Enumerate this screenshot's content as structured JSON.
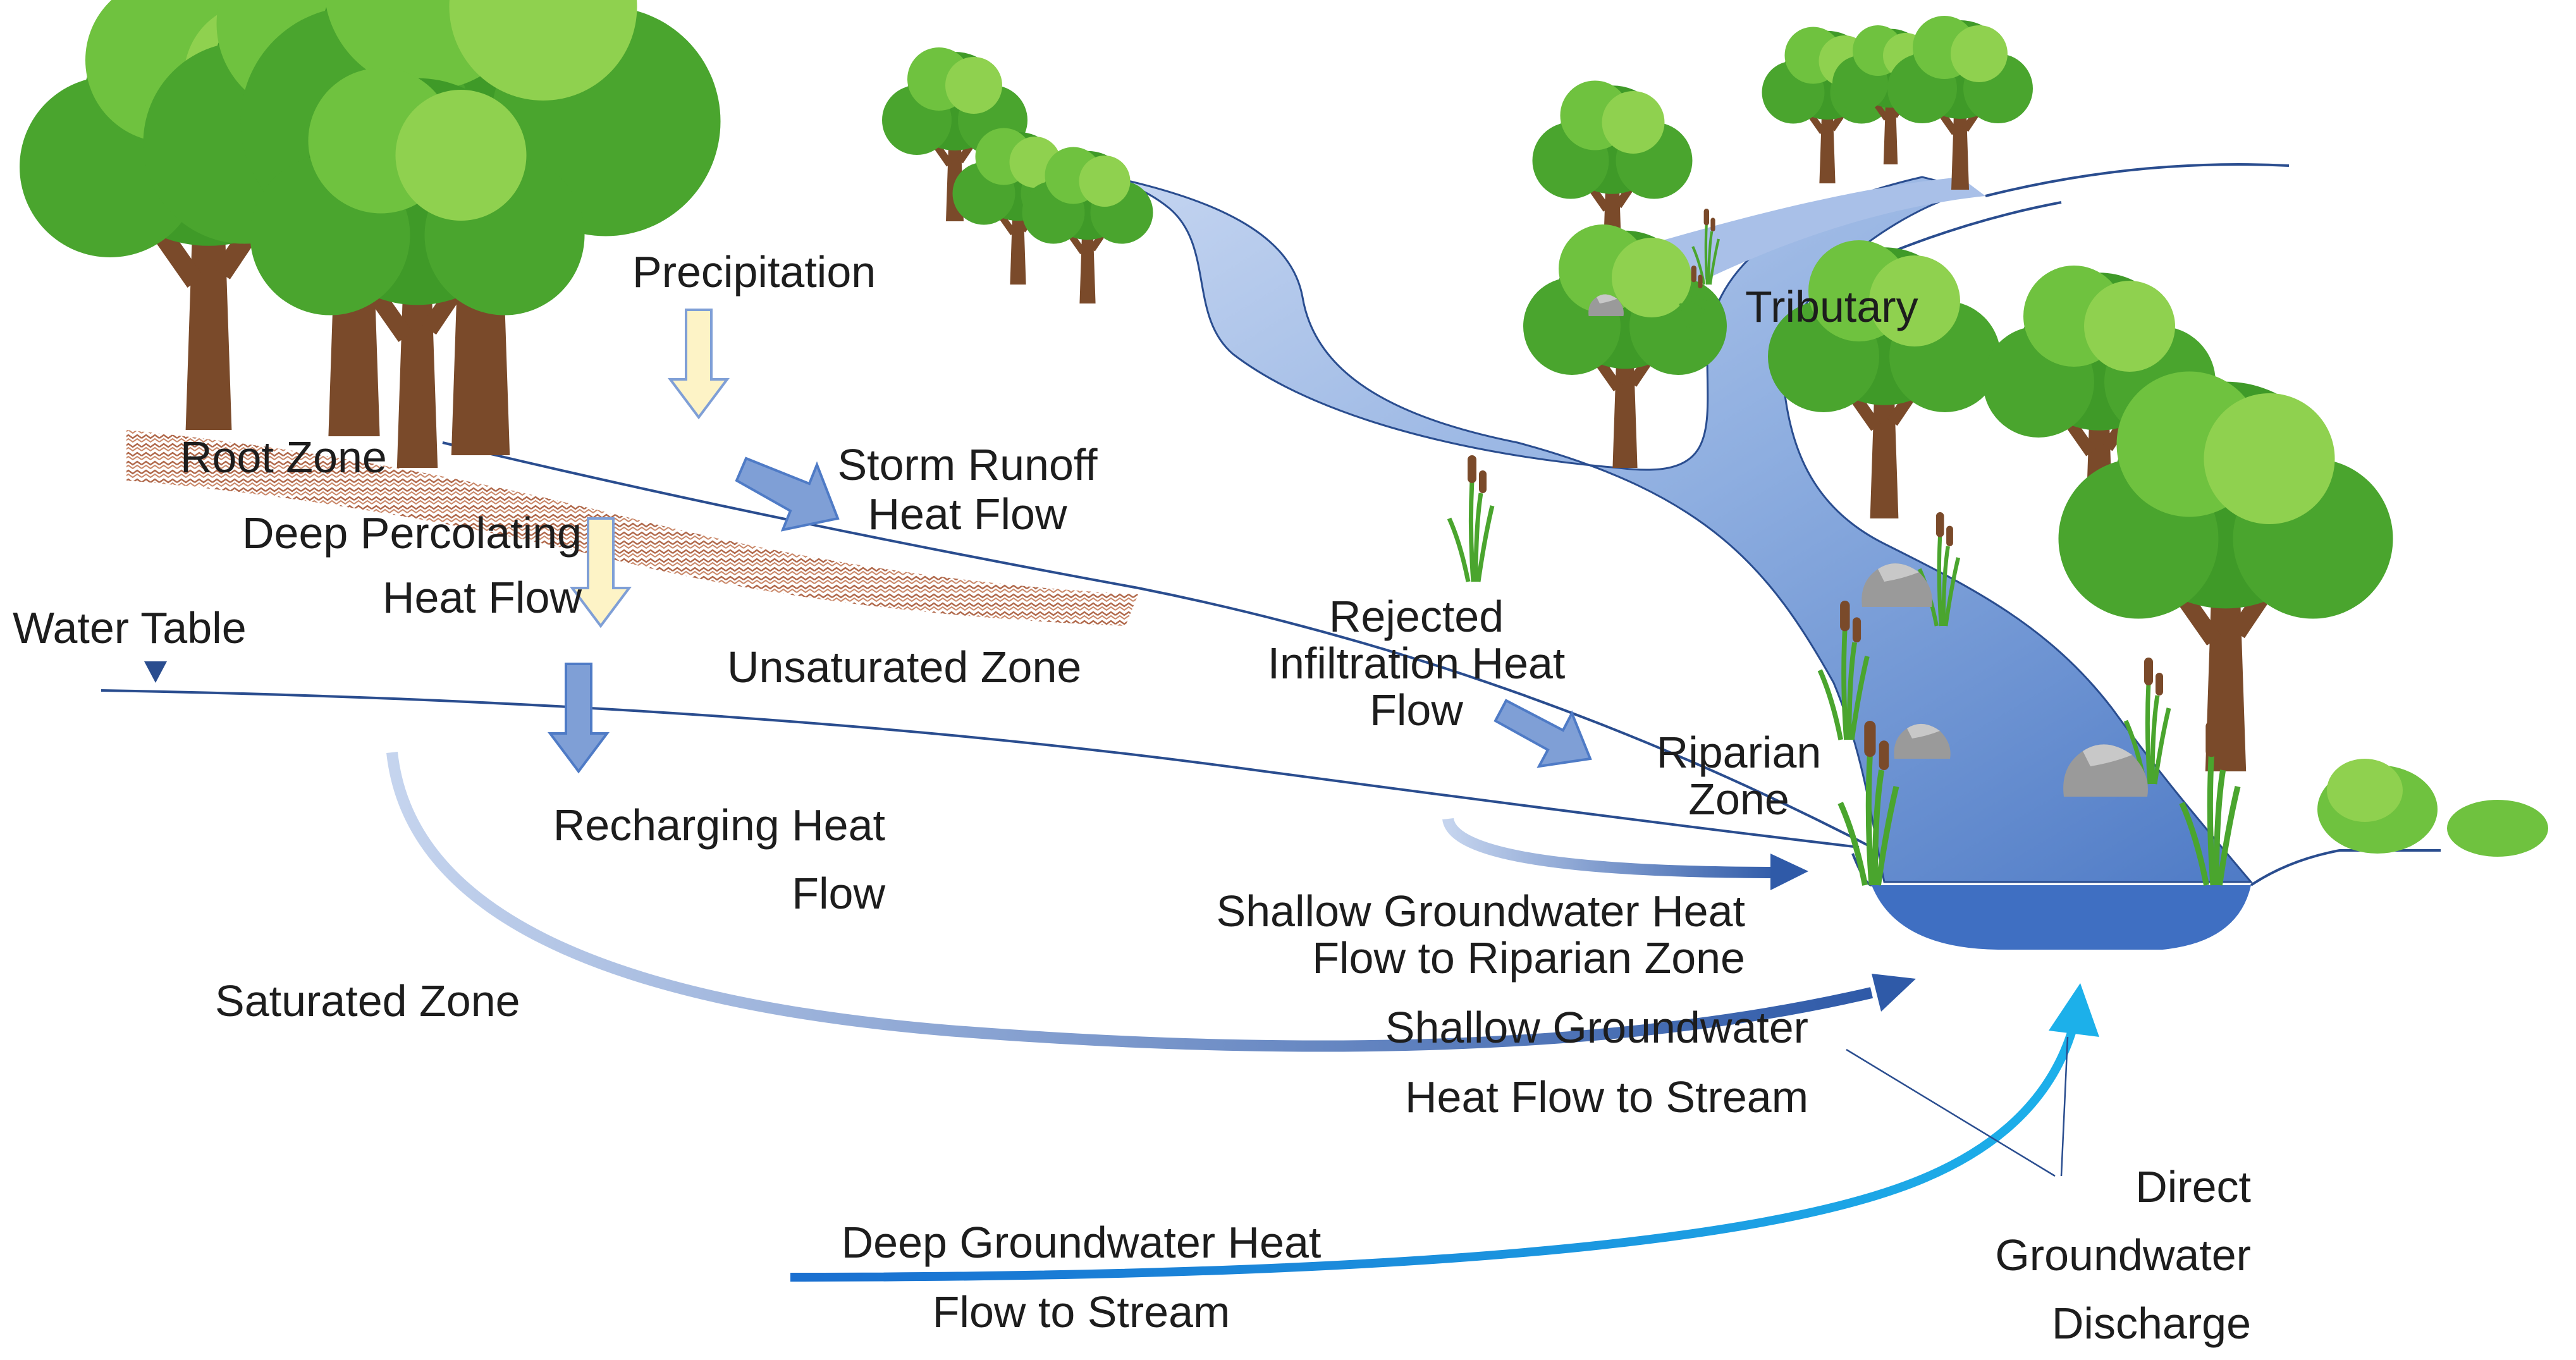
{
  "diagram": {
    "labels": {
      "precipitation": "Precipitation",
      "root_zone": "Root Zone",
      "storm_runoff": [
        "Storm Runoff",
        "Heat Flow"
      ],
      "deep_percolating": [
        "Deep Percolating",
        "Heat Flow"
      ],
      "water_table": "Water Table",
      "unsaturated_zone": "Unsaturated Zone",
      "rejected_infiltration": [
        "Rejected",
        "Infiltration Heat",
        "Flow"
      ],
      "tributary": "Tributary",
      "riparian_zone": [
        "Riparian",
        "Zone"
      ],
      "recharging": [
        "Recharging Heat",
        "Flow"
      ],
      "shallow_gw_riparian": [
        "Shallow Groundwater Heat",
        "Flow to Riparian Zone"
      ],
      "saturated_zone": "Saturated Zone",
      "shallow_gw_stream": [
        "Shallow Groundwater",
        "Heat Flow to Stream"
      ],
      "direct_gw_discharge": [
        "Direct",
        "Groundwater",
        "Discharge"
      ],
      "deep_gw_stream": [
        "Deep Groundwater Heat",
        "Flow to Stream"
      ]
    },
    "colors": {
      "river_fill": "#8eaee0",
      "river_dark": "#4f7bc6",
      "stream_pool": "#3f6fc2",
      "line_blue": "#2a4d8f",
      "arrow_blue": "#7f9fd6",
      "arrow_pale": "#fdf3c6",
      "deep_arrow": "#1aa3e0",
      "foliage": "#4aa52e",
      "foliage_light": "#8fd14f",
      "trunk": "#7a4a2a",
      "soil": "#b0684a"
    }
  }
}
